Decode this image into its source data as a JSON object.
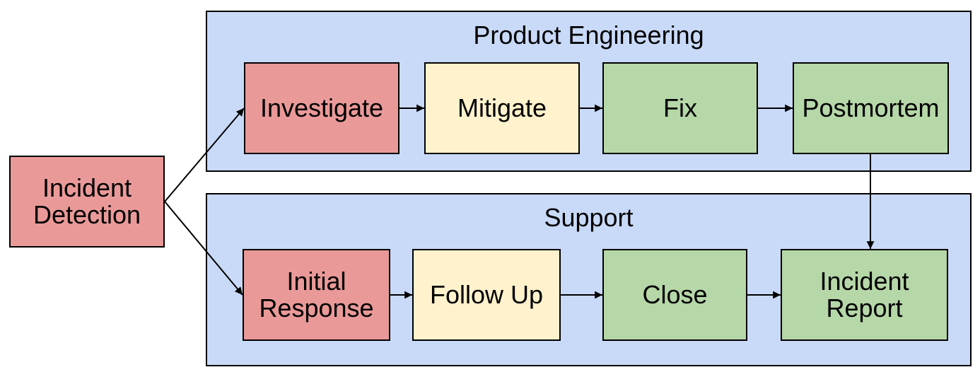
{
  "diagram": {
    "type": "flowchart",
    "background_color": "#ffffff",
    "colors": {
      "red": "#EA9999",
      "yellow": "#FFF2CC",
      "green": "#B6D7A8",
      "lane_blue": "#C9DAF8",
      "line_black": "#000000"
    },
    "start_node": {
      "label": "Incident Detection",
      "color": "red"
    },
    "lanes": [
      {
        "title": "Product Engineering",
        "nodes": [
          {
            "label": "Investigate",
            "color": "red"
          },
          {
            "label": "Mitigate",
            "color": "yellow"
          },
          {
            "label": "Fix",
            "color": "green"
          },
          {
            "label": "Postmortem",
            "color": "green"
          }
        ]
      },
      {
        "title": "Support",
        "nodes": [
          {
            "label": "Initial Response",
            "color": "red"
          },
          {
            "label": "Follow Up",
            "color": "yellow"
          },
          {
            "label": "Close",
            "color": "green"
          },
          {
            "label": "Incident Report",
            "color": "green"
          }
        ]
      }
    ],
    "edges": [
      {
        "from": "Incident Detection",
        "to": "Investigate"
      },
      {
        "from": "Incident Detection",
        "to": "Initial Response"
      },
      {
        "from": "Investigate",
        "to": "Mitigate"
      },
      {
        "from": "Mitigate",
        "to": "Fix"
      },
      {
        "from": "Fix",
        "to": "Postmortem"
      },
      {
        "from": "Postmortem",
        "to": "Incident Report"
      },
      {
        "from": "Initial Response",
        "to": "Follow Up"
      },
      {
        "from": "Follow Up",
        "to": "Close"
      },
      {
        "from": "Close",
        "to": "Incident Report"
      }
    ]
  }
}
